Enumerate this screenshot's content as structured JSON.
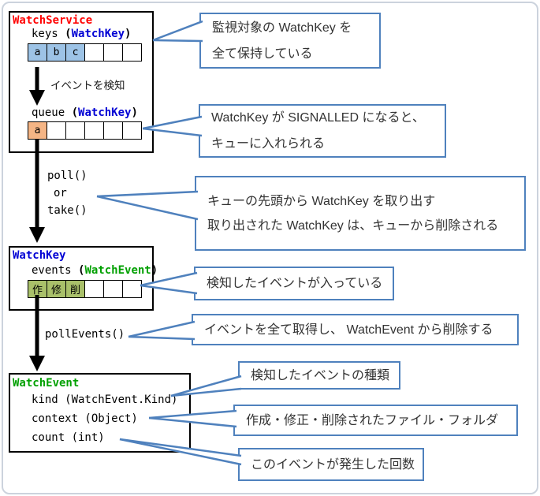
{
  "classes": {
    "watch_service": {
      "title": "WatchService",
      "keys": {
        "name": "keys",
        "type": "WatchKey",
        "cells": [
          "a",
          "b",
          "c",
          "",
          "",
          ""
        ]
      },
      "detect_event_label": "イベントを検知",
      "queue": {
        "name": "queue",
        "type": "WatchKey",
        "cells": [
          "a",
          "",
          "",
          "",
          "",
          ""
        ]
      }
    },
    "watch_key": {
      "title": "WatchKey",
      "events": {
        "name": "events",
        "type": "WatchEvent",
        "cells": [
          "作",
          "修",
          "削",
          "",
          "",
          ""
        ]
      }
    },
    "watch_event": {
      "title": "WatchEvent",
      "members": [
        "kind (WatchEvent.Kind)",
        "context (Object)",
        "count (int)"
      ]
    }
  },
  "syntax": {
    "open": "(",
    "close": ")"
  },
  "transitions": {
    "poll_take": [
      "poll()",
      "or",
      "take()"
    ],
    "poll_events": "pollEvents()"
  },
  "callouts": [
    {
      "id": "keys-note",
      "lines": [
        "監視対象の WatchKey を",
        "全て保持している"
      ]
    },
    {
      "id": "queue-note",
      "lines": [
        "WatchKey が SIGNALLED になると、",
        "キューに入れられる"
      ]
    },
    {
      "id": "poll-take-note",
      "lines": [
        "キューの先頭から WatchKey を取り出す",
        "取り出された WatchKey は、キューから削除される"
      ]
    },
    {
      "id": "events-note",
      "lines": [
        "検知したイベントが入っている"
      ]
    },
    {
      "id": "poll-events-note",
      "lines": [
        "イベントを全て取得し、 WatchEvent から削除する"
      ]
    },
    {
      "id": "kind-note",
      "lines": [
        "検知したイベントの種類"
      ]
    },
    {
      "id": "context-note",
      "lines": [
        "作成・修正・削除されたファイル・フォルダ"
      ]
    },
    {
      "id": "count-note",
      "lines": [
        "このイベントが発生した回数"
      ]
    }
  ],
  "colors": {
    "class_name_red": "#ff0000",
    "type_blue": "#0000d4",
    "type_green": "#00a000",
    "callout_border_blue": "#4f81bd",
    "cell_fill_blue": "#9dc3e6",
    "cell_fill_orange": "#f5b585",
    "cell_fill_green": "#a9c06a",
    "arrow_black": "#000000"
  }
}
